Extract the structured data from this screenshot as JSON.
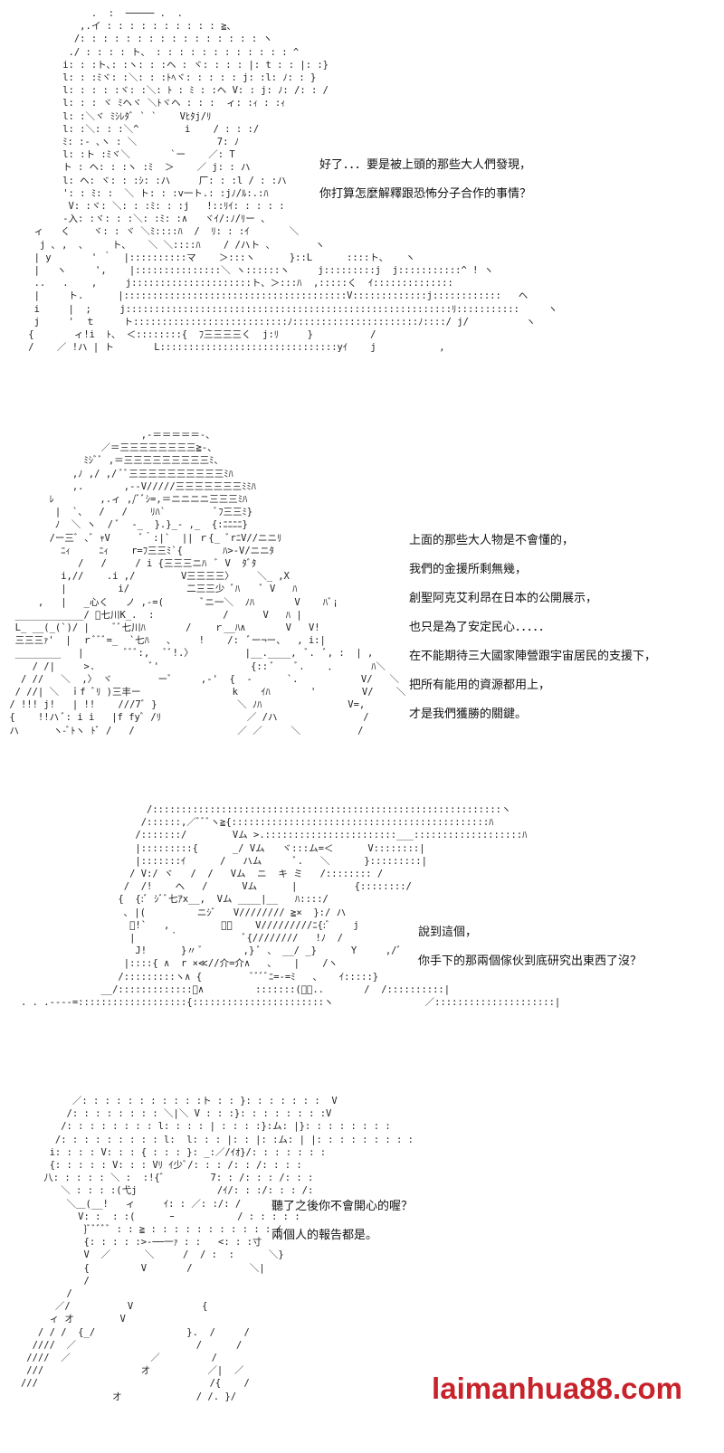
{
  "colors": {
    "watermark": "#c8222a",
    "text": "#111111"
  },
  "panels": [
    {
      "lines": [
        "好了．．．要是被上頭的那些大人們發現，",
        "你打算怎麼解釋跟恐怖分子合作的事情？"
      ]
    },
    {
      "lines": [
        "上面的那些大人物是不會懂的，",
        "我們的金援所剩無幾，",
        "創聖阿克艾利昂在日本的公開展示，",
        "也只是為了安定民心．．．．．",
        "在不能期待三大國家陣營跟宇宙居民的支援下，",
        "把所有能用的資源都用上，",
        "才是我們獲勝的關鍵。"
      ]
    },
    {
      "lines": [
        "說到這個，",
        "你手下的那兩個傢伙到底研究出東西了沒？"
      ]
    },
    {
      "lines": [
        "聽了之後你不會開心的喔？",
        "兩個人的報告都是。"
      ]
    }
  ],
  "watermark": "laimanhua88.com"
}
